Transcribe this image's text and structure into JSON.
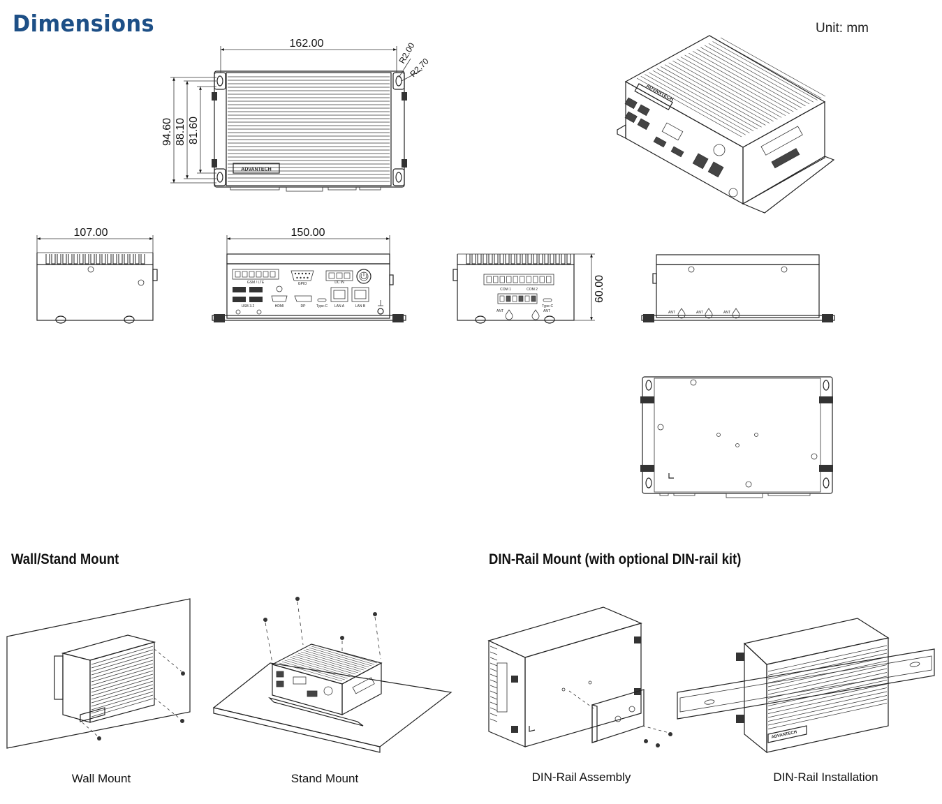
{
  "header": {
    "title": "Dimensions",
    "unit": "Unit: mm"
  },
  "dimensions": {
    "top_width": "162.00",
    "radius_small": "R2.00",
    "radius_large": "R2.70",
    "height_outer": "94.60",
    "height_middle": "88.10",
    "height_inner": "81.60",
    "side_width": "107.00",
    "front_width": "150.00",
    "depth_height": "60.00"
  },
  "labels": {
    "brand": "ADVANTECH",
    "port_gsm": "GSM / LTE",
    "port_gpio": "GPIO",
    "port_dc": "DC IN",
    "port_usb": "USB 3.2",
    "port_hdmi": "HDMI",
    "port_dp": "DP",
    "port_typec": "Type-C",
    "port_lan_a": "LAN A",
    "port_lan_b": "LAN B",
    "port_com1": "COM 1",
    "port_com2": "COM 2",
    "port_ant": "ANT"
  },
  "sections": {
    "wall_stand": "Wall/Stand Mount",
    "din_rail": "DIN-Rail Mount (with optional DIN-rail kit)"
  },
  "captions": {
    "wall": "Wall Mount",
    "stand": "Stand Mount",
    "din_assembly": "DIN-Rail Assembly",
    "din_installation": "DIN-Rail Installation"
  }
}
